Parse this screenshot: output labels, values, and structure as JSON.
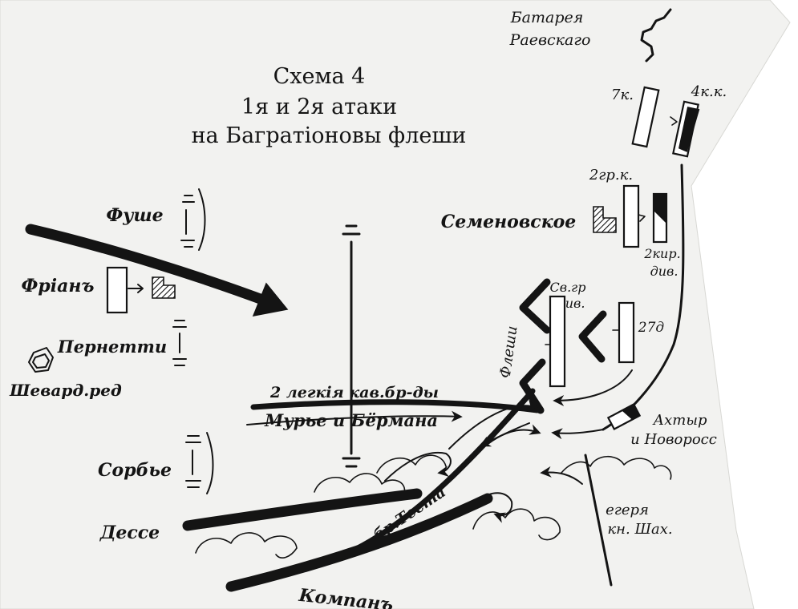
{
  "map": {
    "title": "Схема 4",
    "subtitle_line1": "1я и 2я атаки",
    "subtitle_line2": "на Багратіоновы флеши",
    "colors": {
      "paper": "#f2f2f0",
      "ink": "#141414",
      "outside": "#ffffff"
    },
    "labels": {
      "raevsky_line1": "Батарея",
      "raevsky_line2": "Раевскаго",
      "corps7": "7к.",
      "corps4cav": "4к.к.",
      "gren2": "2гр.к.",
      "semenovskoe": "Семеновское",
      "cuir2_line1": "2кир.",
      "cuir2_line2": "див.",
      "sv_gr_line1": "Св.гр",
      "sv_gr_line2": "див.",
      "div27": "27д",
      "fleshi": "Флеши",
      "akhtyr_line1": "Ахтыр",
      "akhtyr_line2": "и Новоросс",
      "egerya_line1": "егеря",
      "egerya_line2": "кн. Шах.",
      "fushe": "Фуше",
      "frian": "Фріанъ",
      "pernetti": "Пернетти",
      "shevard": "Шевард.ред",
      "light_cav": "2 легкія кав.бр-ды",
      "murie": "Мурье и Бёрмана",
      "sorbie": "Сорбье",
      "desse": "Дессе",
      "br_testa": "бр.Теста",
      "kompan": "Компанъ"
    }
  }
}
